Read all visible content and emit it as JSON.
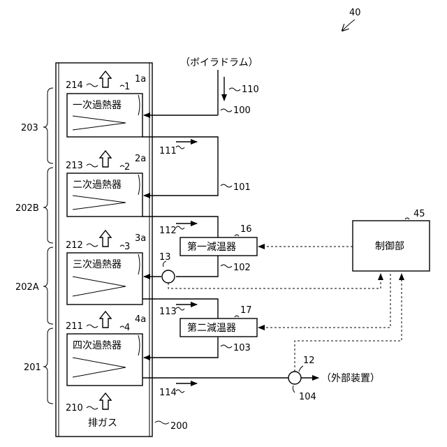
{
  "figure_number": "40",
  "boiler_drum": "（ボイラドラム）",
  "external_device": "（外部装置）",
  "exhaust_gas": "排ガス",
  "controller": {
    "label": "制御部",
    "ref": "45"
  },
  "superheaters": [
    {
      "label": "一次過熱器",
      "ref": "1",
      "sub": "1a",
      "gas_ref": "214"
    },
    {
      "label": "二次過熱器",
      "ref": "2",
      "sub": "2a",
      "gas_ref": "213"
    },
    {
      "label": "三次過熱器",
      "ref": "3",
      "sub": "3a",
      "gas_ref": "212"
    },
    {
      "label": "四次過熱器",
      "ref": "4",
      "sub": "4a",
      "gas_ref": "211"
    }
  ],
  "attemperators": [
    {
      "label": "第一減温器",
      "ref": "16"
    },
    {
      "label": "第二減温器",
      "ref": "17"
    }
  ],
  "sensors": {
    "temp_sensor": "13",
    "outlet_sensor": "12"
  },
  "pipes": {
    "p100": "100",
    "p101": "101",
    "p102": "102",
    "p103": "103",
    "p104": "104"
  },
  "flows": {
    "f110": "110",
    "f111": "111",
    "f112": "112",
    "f113": "113",
    "f114": "114",
    "f210": "210"
  },
  "sections": {
    "s203": "203",
    "s202B": "202B",
    "s202A": "202A",
    "s201": "201"
  },
  "duct_ref": "200"
}
